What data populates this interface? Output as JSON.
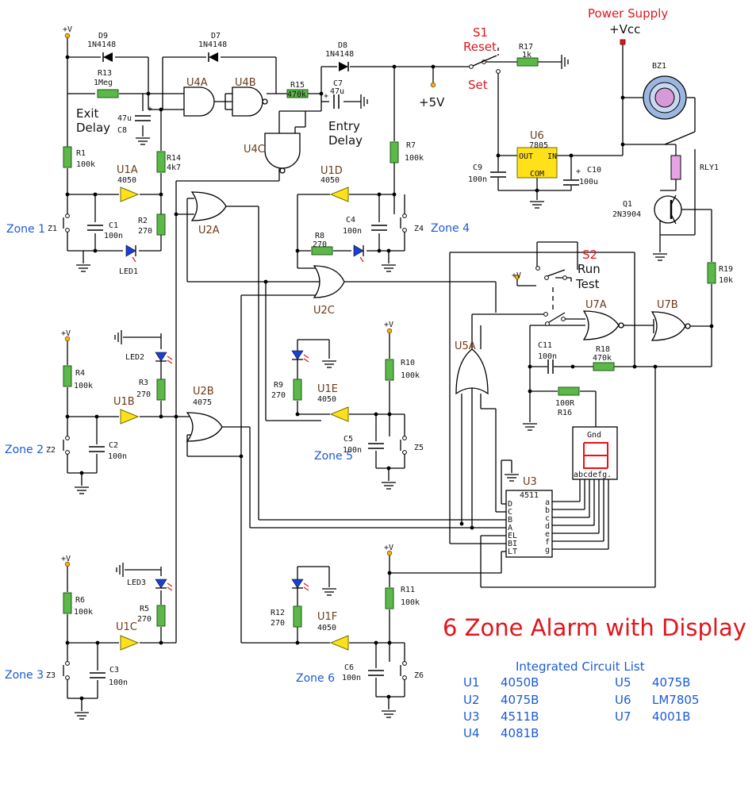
{
  "title": "6 Zone Alarm with Display",
  "labels": {
    "power_supply": "Power Supply",
    "vcc": "+Vcc",
    "plus5v": "+5V",
    "plusv": "+V",
    "exit_delay_1": "Exit",
    "exit_delay_2": "Delay",
    "entry_delay_1": "Entry",
    "entry_delay_2": "Delay",
    "s1": "S1",
    "reset": "Reset",
    "set": "Set",
    "s2": "S2",
    "run": "Run",
    "test": "Test",
    "gnd": "Gnd",
    "seg_pins": "abcdefg."
  },
  "zones": [
    "Zone 1",
    "Zone 2",
    "Zone 3",
    "Zone 4",
    "Zone 5",
    "Zone 6"
  ],
  "switches": [
    "Z1",
    "Z2",
    "Z3",
    "Z4",
    "Z5",
    "Z6"
  ],
  "gates": {
    "u1a": "U1A",
    "u1b": "U1B",
    "u1c": "U1C",
    "u1d": "U1D",
    "u1e": "U1E",
    "u1f": "U1F",
    "u2a": "U2A",
    "u2b": "U2B",
    "u2c": "U2C",
    "u4a": "U4A",
    "u4b": "U4B",
    "u4c": "U4C",
    "u5a": "U5A",
    "u6": "U6",
    "u7a": "U7A",
    "u7b": "U7B",
    "u3": "U3",
    "p4050": "4050",
    "p4075": "4075",
    "p4511": "4511",
    "p7805": "7805",
    "out": "OUT",
    "in": "IN",
    "com": "COM",
    "u3_pins_left": [
      "D",
      "C",
      "B",
      "A",
      "EL",
      "BI",
      "LT"
    ],
    "u3_pins_right": [
      "a",
      "b",
      "c",
      "d",
      "e",
      "f",
      "g"
    ]
  },
  "parts": {
    "d9": "D9",
    "d7": "D7",
    "d8": "D8",
    "d1n": "1N4148",
    "r13": "R13",
    "r13v": "1Meg",
    "c8": "C8",
    "c8v": "47u",
    "r1": "R1",
    "r1v": "100k",
    "c1": "C1",
    "c1v": "100n",
    "r2": "R2",
    "r2v": "270",
    "led1": "LED1",
    "r14": "R14",
    "r14v": "4k7",
    "r15": "R15",
    "r15v": "470k",
    "c7": "C7",
    "c7v": "47u",
    "r7": "R7",
    "r7v": "100k",
    "c4": "C4",
    "c4v": "100n",
    "r8": "R8",
    "r8v": "270",
    "r17": "R17",
    "r17v": "1k",
    "c9": "C9",
    "c9v": "100n",
    "c10": "C10",
    "c10v": "100u",
    "bz1": "BZ1",
    "rly1": "RLY1",
    "q1": "Q1",
    "q1v": "2N3904",
    "r19": "R19",
    "r19v": "10k",
    "c11": "C11",
    "c11v": "100n",
    "r18": "R18",
    "r18v": "470k",
    "r16": "R16",
    "r16v": "100R",
    "led2": "LED2",
    "r3": "R3",
    "r3v": "270",
    "r4": "R4",
    "r4v": "100k",
    "c2": "C2",
    "c2v": "100n",
    "r9": "R9",
    "r9v": "270",
    "r10": "R10",
    "r10v": "100k",
    "c5": "C5",
    "c5v": "100n",
    "led3": "LED3",
    "r5": "R5",
    "r5v": "270",
    "r6": "R6",
    "r6v": "100k",
    "c3": "C3",
    "c3v": "100n",
    "r12": "R12",
    "r12v": "270",
    "r11": "R11",
    "r11v": "100k",
    "c6": "C6",
    "c6v": "100n"
  },
  "ic_list": {
    "heading": "Integrated Circuit List",
    "rows": [
      [
        "U1",
        "4050B",
        "U5",
        "4075B"
      ],
      [
        "U2",
        "4075B",
        "U6",
        "LM7805"
      ],
      [
        "U3",
        "4511B",
        "U7",
        "4001B"
      ],
      [
        "U4",
        "4081B",
        "",
        ""
      ]
    ]
  },
  "colors": {
    "title": "#e0161c",
    "zone_label": "#1a5bd6",
    "gate_name": "#6b3a1a",
    "resistor": "#5db84a",
    "buffer": "#ffe11a",
    "led": "#1a3fd6",
    "supply_dot": "#f2b21d",
    "relay_coil": "#e6a3e6",
    "display_segment": "#ee1111",
    "buzzer": "#9bb7e0"
  }
}
